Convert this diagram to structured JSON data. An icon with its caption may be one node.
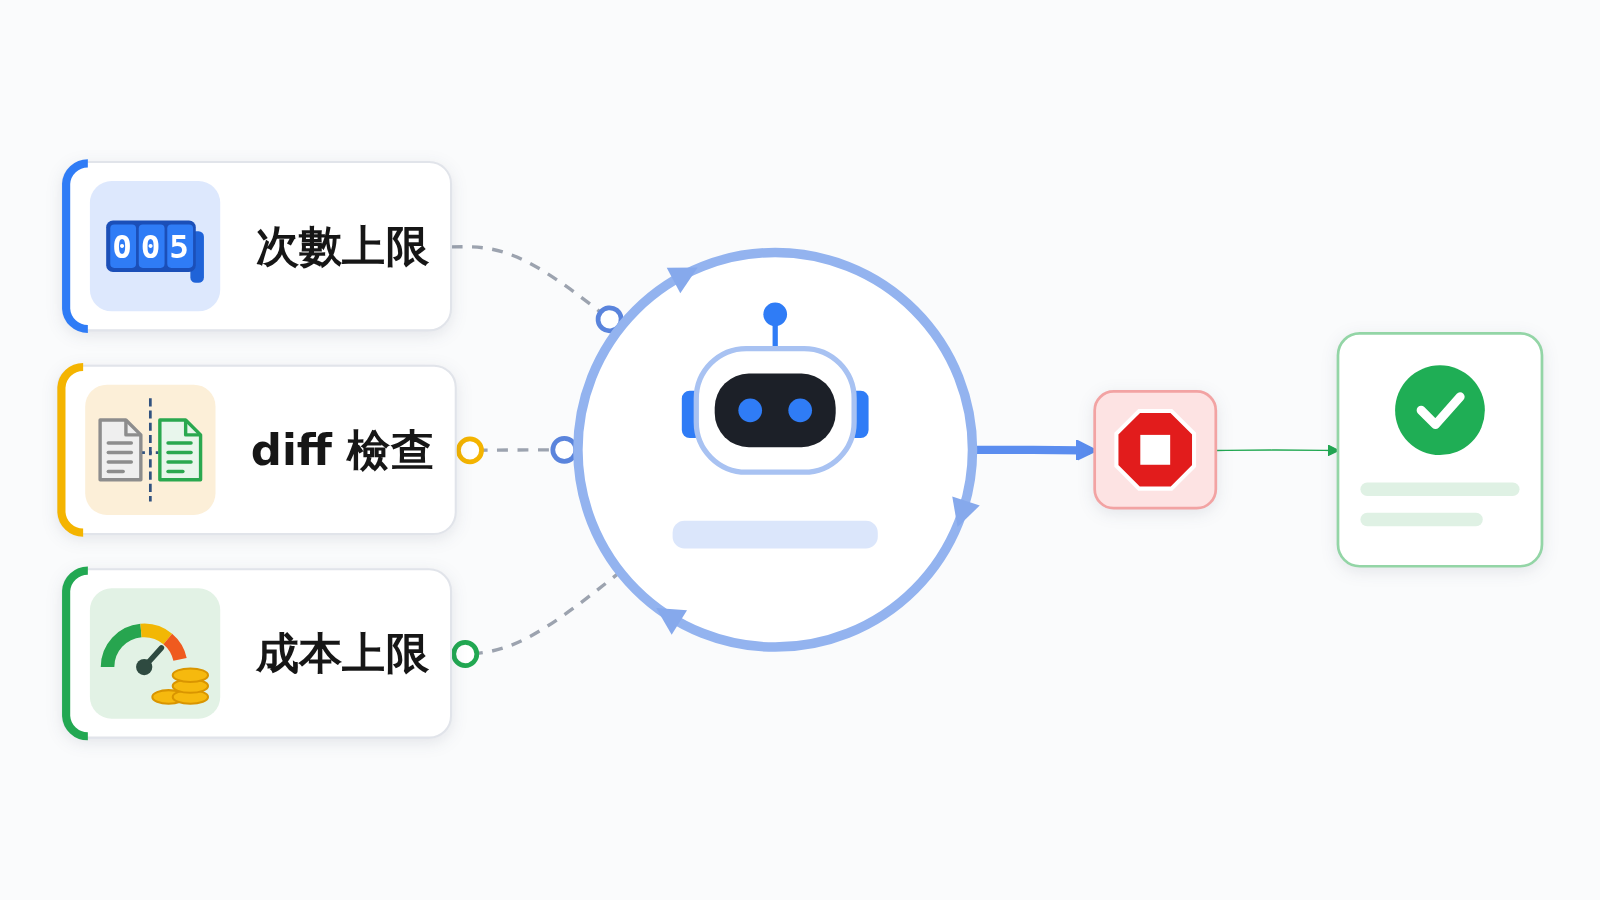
{
  "diagram": {
    "nodes": [
      {
        "text": [
          "次數上限"
        ]
      },
      {
        "text": [],
        "shape": "circle"
      },
      {
        "text": [
          "diff 檢查"
        ]
      },
      {
        "text": [
          "成本上限"
        ]
      },
      {
        "text": [],
        "shape": "box"
      },
      {
        "text": [],
        "shape": "box"
      }
    ],
    "edges": [
      {
        "from": 0,
        "to": 1,
        "arrow": "other",
        "style": "dashed"
      },
      {
        "from": 2,
        "to": 1,
        "arrow": "other",
        "style": "dashed"
      },
      {
        "from": 3,
        "to": 1,
        "arrow": "other",
        "style": "dashed"
      },
      {
        "from": 1,
        "to": 4,
        "arrow": "to",
        "style": "thick",
        "color": "#5b8def"
      },
      {
        "from": 4,
        "to": 5,
        "arrow": "to",
        "color": "#22a852"
      }
    ],
    "labels": [
      "005"
    ]
  }
}
